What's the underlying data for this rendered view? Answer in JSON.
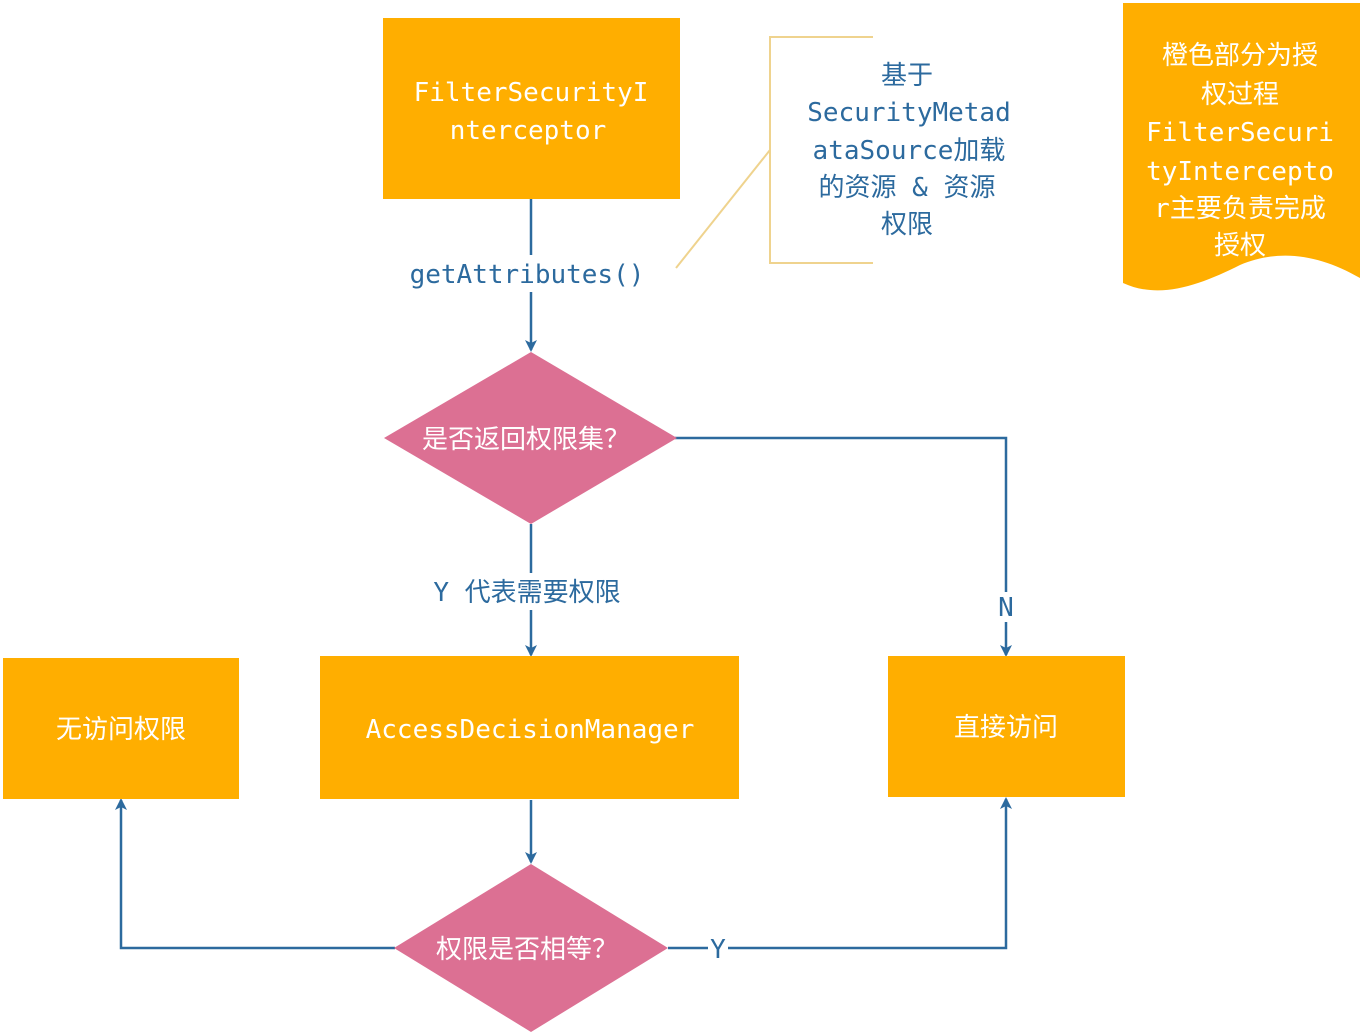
{
  "colors": {
    "process_fill": "#FFAE00",
    "decision_fill": "#DC7093",
    "connector": "#2C6A9E",
    "annotation_line": "#EFD38E",
    "node_text": "#FFFFFF",
    "label_text": "#2C6A9E"
  },
  "nodes": {
    "filter_interceptor": {
      "type": "process",
      "lines": [
        "FilterSecurityI",
        "nterceptor"
      ]
    },
    "decision_has_attrs": {
      "type": "decision",
      "text": "是否返回权限集？"
    },
    "access_decision_manager": {
      "type": "process",
      "text": "AccessDecisionManager"
    },
    "no_access": {
      "type": "process",
      "text": "无访问权限"
    },
    "direct_access": {
      "type": "process",
      "text": "直接访问"
    },
    "decision_equal": {
      "type": "decision",
      "text": "权限是否相等？"
    }
  },
  "edges": {
    "get_attributes": {
      "from": "filter_interceptor",
      "to": "decision_has_attrs",
      "label": "getAttributes()"
    },
    "needs_permission": {
      "from": "decision_has_attrs",
      "to": "access_decision_manager",
      "label": "Y 代表需要权限"
    },
    "no_attrs": {
      "from": "decision_has_attrs",
      "to": "direct_access",
      "label": "N"
    },
    "adm_to_decision": {
      "from": "access_decision_manager",
      "to": "decision_equal",
      "label": ""
    },
    "not_equal": {
      "from": "decision_equal",
      "to": "no_access",
      "label": ""
    },
    "equal": {
      "from": "decision_equal",
      "to": "direct_access",
      "label": "Y"
    }
  },
  "annotation": {
    "lines": [
      "基于",
      "SecurityMetad",
      "ataSource加载",
      "的资源 & 资源",
      "权限"
    ]
  },
  "legend_note": {
    "lines": [
      "橙色部分为授",
      "权过程",
      "FilterSecuri",
      "tyIntercepto",
      "r主要负责完成",
      "授权"
    ]
  }
}
